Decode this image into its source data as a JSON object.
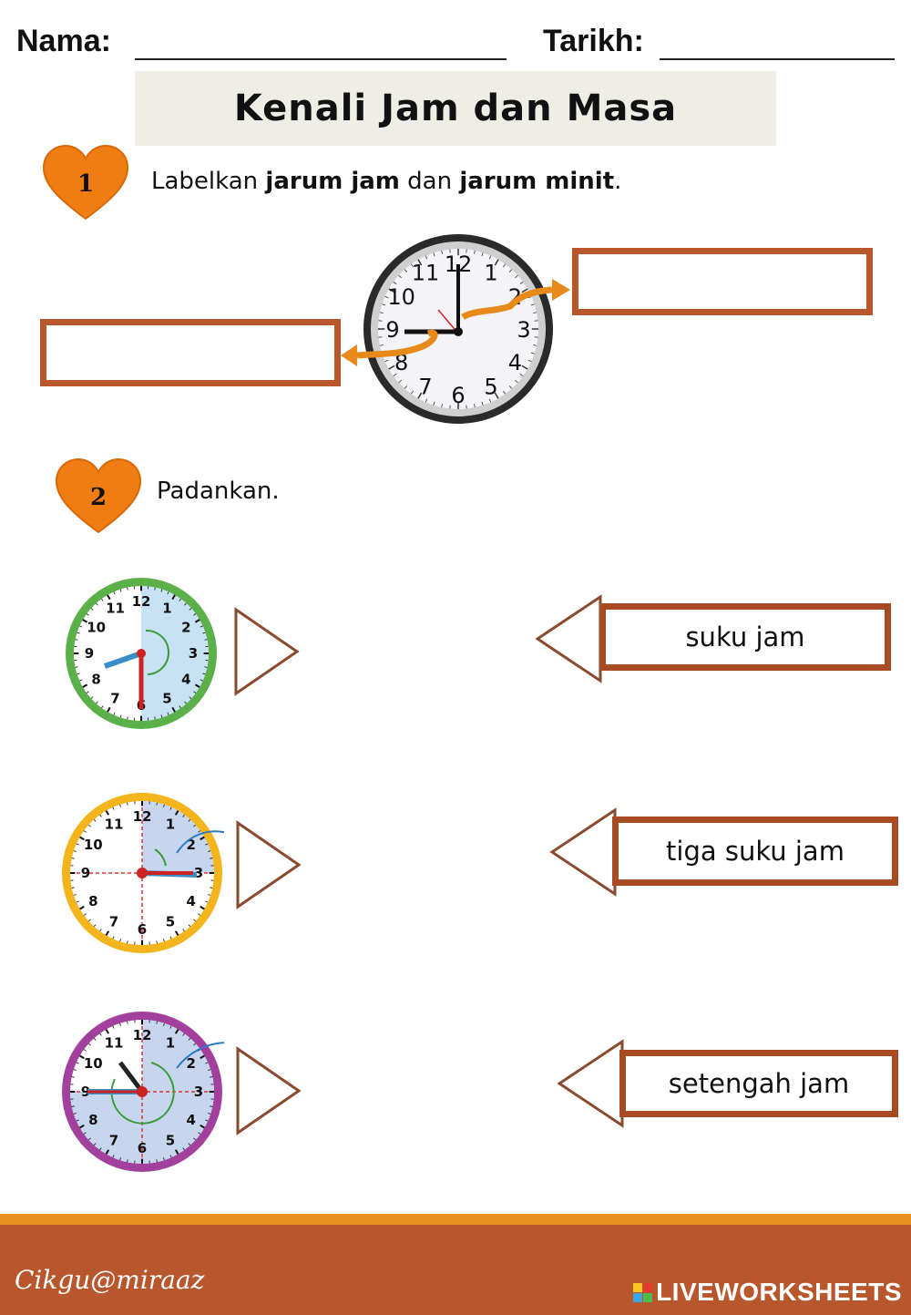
{
  "header": {
    "name_label": "Nama:",
    "date_label": "Tarikh:"
  },
  "title": "Kenali Jam dan Masa",
  "section1": {
    "number": "1",
    "instruction_prefix": "Labelkan ",
    "instruction_bold1": "jarum jam",
    "instruction_mid": " dan ",
    "instruction_bold2": "jarum minit",
    "instruction_suffix": "."
  },
  "section2": {
    "number": "2",
    "instruction": "Padankan."
  },
  "match_options": [
    {
      "text": "suku jam"
    },
    {
      "text": "tiga suku jam"
    },
    {
      "text": "setengah jam"
    }
  ],
  "clock_numbers": [
    "12",
    "1",
    "2",
    "3",
    "4",
    "5",
    "6",
    "7",
    "8",
    "9",
    "10",
    "11"
  ],
  "footer": {
    "signature": "Cikgu@miraaz",
    "brand": "LIVEWORKSHEETS"
  },
  "colors": {
    "accent": "#b8562c",
    "heart": "#f07d12",
    "stripe": "#e6901e",
    "clock_green": "#5cb04a",
    "clock_yellow": "#f3b41c",
    "clock_purple": "#a3409e"
  },
  "icons": [
    "heart-icon",
    "clock-icon",
    "arrow-icon",
    "triangle-pointer-icon"
  ]
}
